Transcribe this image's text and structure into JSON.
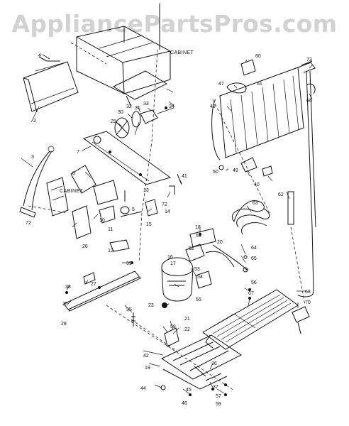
{
  "watermark": "AppliancePartsPros.com",
  "words": {
    "cabinet_top": "CABINET",
    "cabinet_left": "CABINET"
  },
  "callouts": {
    "c2": "2",
    "c3": "3",
    "c4": "4",
    "c5": "5",
    "c7": "7",
    "c8": "8",
    "c10": "10",
    "c11": "11",
    "c12": "12",
    "c13": "13",
    "c14": "14",
    "c15": "15",
    "c16": "16",
    "c17": "17",
    "c18": "18",
    "c19": "19",
    "c20": "20",
    "c21": "21",
    "c22": "22",
    "c23": "23",
    "c25": "25",
    "c26": "26",
    "c27": "27",
    "c28": "28",
    "c29": "29",
    "c30": "30",
    "c31": "31",
    "c32": "32",
    "c33": "33",
    "c34": "34",
    "c35": "35",
    "c36": "36",
    "c37": "37",
    "c38": "38",
    "c39": "39",
    "c40": "40",
    "c41": "41",
    "c42": "42",
    "c44": "44",
    "c45": "45",
    "c46": "46",
    "c47": "47",
    "c48": "48",
    "c49": "49",
    "c50": "50",
    "c51": "51",
    "c52": "52",
    "c53": "53",
    "c54": "54",
    "c55": "55",
    "c56": "56",
    "c57": "57",
    "c58": "58",
    "c59": "59",
    "c60": "60",
    "c61": "61",
    "c62": "62",
    "c63": "63",
    "c64": "64",
    "c65": "65",
    "c66": "66",
    "c67": "67",
    "c68": "68",
    "c70": "70",
    "c72": "72",
    "c73": "73"
  }
}
